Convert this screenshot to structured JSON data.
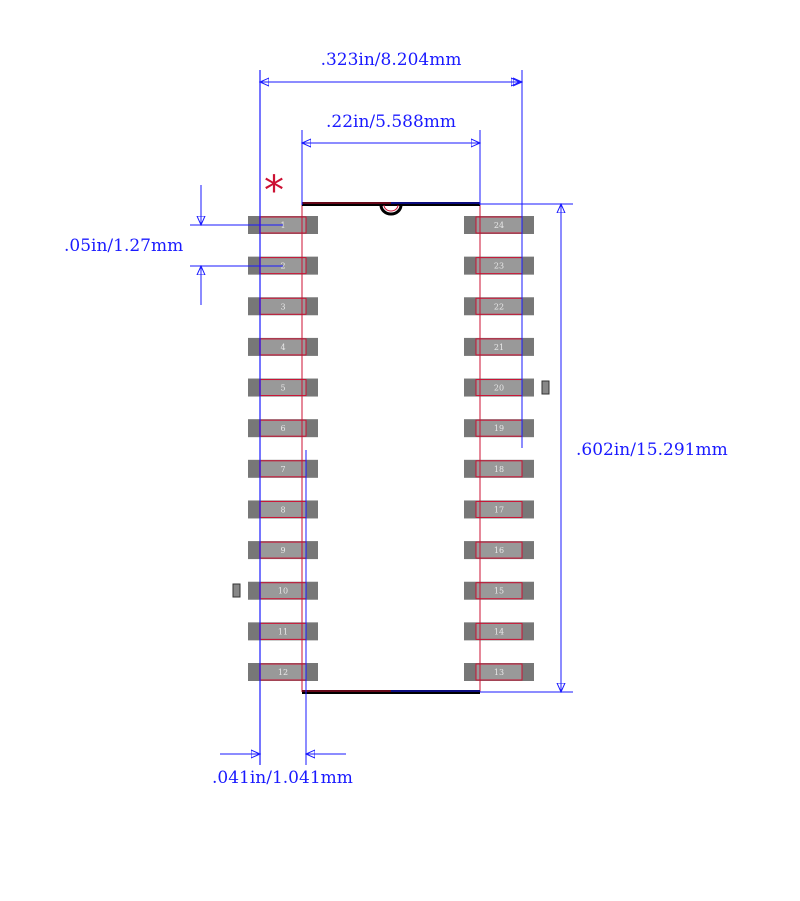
{
  "dimensions": {
    "overall_width": ".323in/8.204mm",
    "body_width": ".22in/5.588mm",
    "pitch": ".05in/1.27mm",
    "overall_length": ".602in/15.291mm",
    "pad_offset": ".041in/1.041mm"
  },
  "pin1_marker": "*",
  "left_pins": [
    "1",
    "2",
    "3",
    "4",
    "5",
    "6",
    "7",
    "8",
    "9",
    "10",
    "11",
    "12"
  ],
  "right_pins": [
    "24",
    "23",
    "22",
    "21",
    "20",
    "19",
    "18",
    "17",
    "16",
    "15",
    "14",
    "13"
  ],
  "colors": {
    "dimension": "#1a1aff",
    "outline": "#cc1133",
    "pad": "#777777",
    "pad_inner": "#999999"
  }
}
